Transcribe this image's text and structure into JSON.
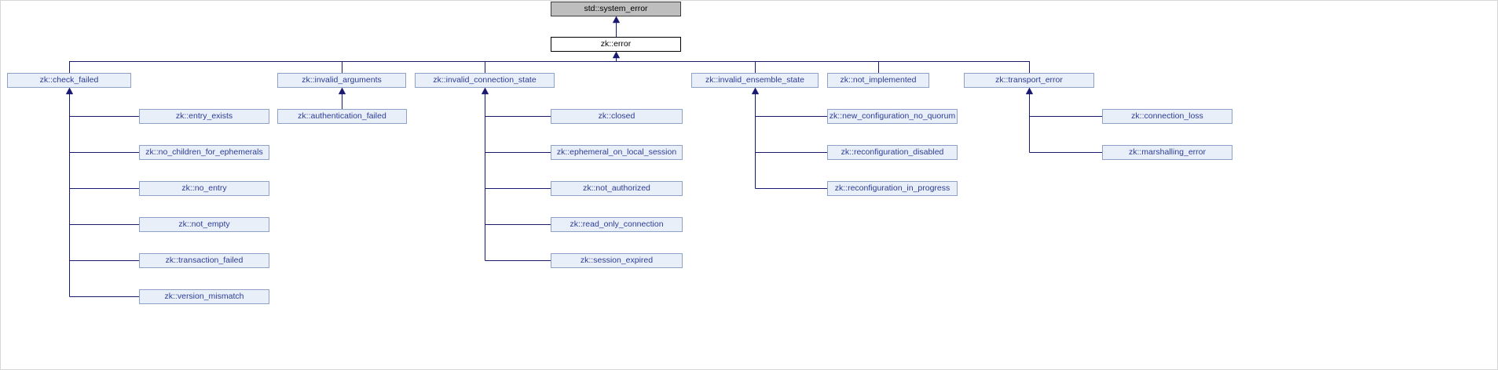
{
  "diagram": {
    "base": {
      "label": "std::system_error"
    },
    "root": {
      "label": "zk::error"
    },
    "subtrees": [
      {
        "label": "zk::check_failed",
        "children": [
          {
            "label": "zk::entry_exists"
          },
          {
            "label": "zk::no_children_for_ephemerals"
          },
          {
            "label": "zk::no_entry"
          },
          {
            "label": "zk::not_empty"
          },
          {
            "label": "zk::transaction_failed"
          },
          {
            "label": "zk::version_mismatch"
          }
        ]
      },
      {
        "label": "zk::invalid_arguments",
        "children": [
          {
            "label": "zk::authentication_failed"
          }
        ]
      },
      {
        "label": "zk::invalid_connection_state",
        "children": [
          {
            "label": "zk::closed"
          },
          {
            "label": "zk::ephemeral_on_local_session"
          },
          {
            "label": "zk::not_authorized"
          },
          {
            "label": "zk::read_only_connection"
          },
          {
            "label": "zk::session_expired"
          }
        ]
      },
      {
        "label": "zk::invalid_ensemble_state",
        "children": [
          {
            "label": "zk::new_configuration_no_quorum"
          },
          {
            "label": "zk::reconfiguration_disabled"
          },
          {
            "label": "zk::reconfiguration_in_progress"
          }
        ]
      },
      {
        "label": "zk::not_implemented",
        "children": []
      },
      {
        "label": "zk::transport_error",
        "children": [
          {
            "label": "zk::connection_loss"
          },
          {
            "label": "zk::marshalling_error"
          }
        ]
      }
    ]
  },
  "colors": {
    "edge": "#191970",
    "node-fill": "#e9eff9",
    "node-border": "#8ea1c6",
    "node-text": "#2c3c95",
    "base-fill": "#bebebe",
    "base-border": "#3c3c3c",
    "root-fill": "#ffffff",
    "root-border": "#000000"
  }
}
